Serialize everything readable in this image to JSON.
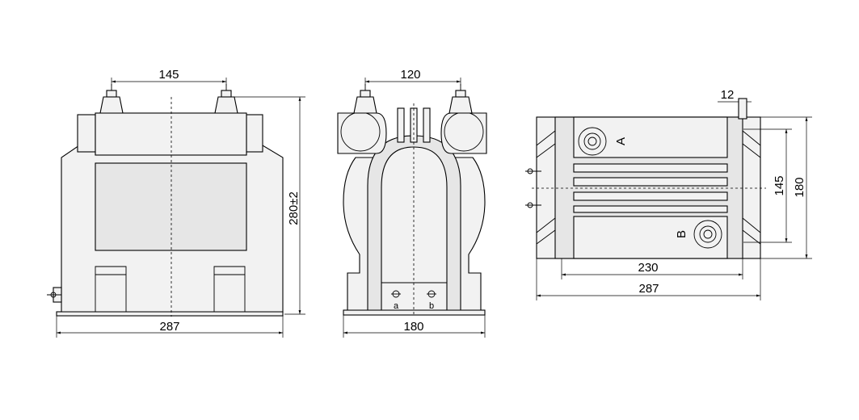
{
  "dimensions": {
    "front_terminal_spacing": "145",
    "front_height": "280±2",
    "front_width": "287",
    "side_terminal_spacing": "120",
    "side_width": "180",
    "top_tab": "12",
    "top_inner_depth": "145",
    "top_outer_depth": "180",
    "top_inner_width": "230",
    "top_outer_width": "287"
  },
  "terminal_labels": {
    "primary_a": "A",
    "primary_b": "B",
    "secondary_a": "a",
    "secondary_b": "b"
  }
}
